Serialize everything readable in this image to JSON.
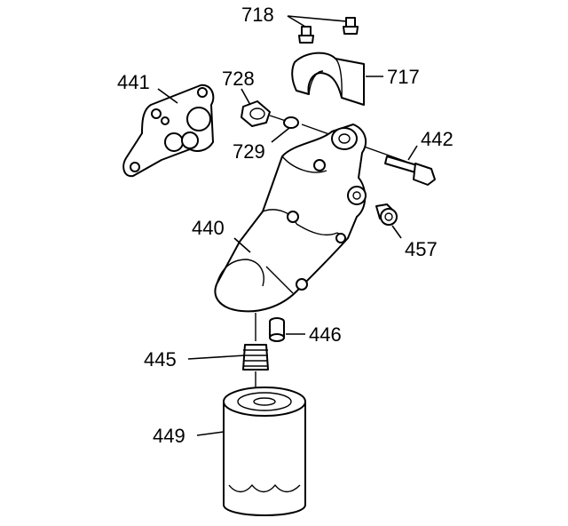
{
  "callouts": {
    "c718": "718",
    "c717": "717",
    "c441": "441",
    "c728": "728",
    "c729": "729",
    "c442": "442",
    "c440": "440",
    "c457": "457",
    "c446": "446",
    "c445": "445",
    "c449": "449"
  }
}
